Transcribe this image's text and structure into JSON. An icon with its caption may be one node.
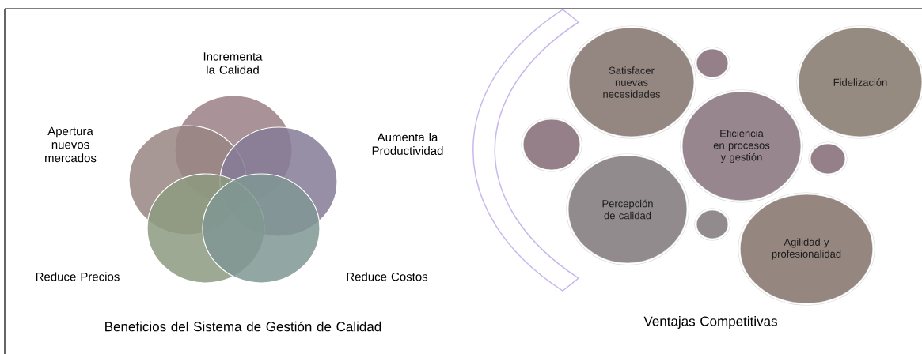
{
  "diagram": {
    "nodes": [
      {
        "text": [],
        "shape": "circle",
        "beside": [
          "Incrementa la Calidad"
        ]
      },
      {
        "text": [],
        "shape": "circle",
        "beside": [
          "Apertura nuevos mercados"
        ]
      },
      {
        "text": [],
        "shape": "circle",
        "beside": [
          "Aumenta la Productividad"
        ]
      },
      {
        "text": [],
        "shape": "circle",
        "beside": [
          "Reduce Precios"
        ]
      },
      {
        "text": [],
        "shape": "circle",
        "beside": [
          "Reduce Costos"
        ]
      },
      {
        "text": [
          "Satisfacer nuevas necesidades"
        ]
      },
      {
        "text": [],
        "shape": "circle"
      },
      {
        "text": [
          "Fidelización"
        ]
      },
      {
        "text": [],
        "shape": "circle"
      },
      {
        "text": [
          "Eficiencia en procesos y gestión"
        ]
      },
      {
        "text": [],
        "shape": "circle"
      },
      {
        "text": [
          "Percepción de calidad"
        ]
      },
      {
        "text": [],
        "shape": "circle"
      },
      {
        "text": [
          "Agilidad y profesionalidad"
        ]
      }
    ],
    "labels": [
      "Beneficios del Sistema de Gestión de Calidad",
      "Ventajas Competitivas"
    ]
  }
}
